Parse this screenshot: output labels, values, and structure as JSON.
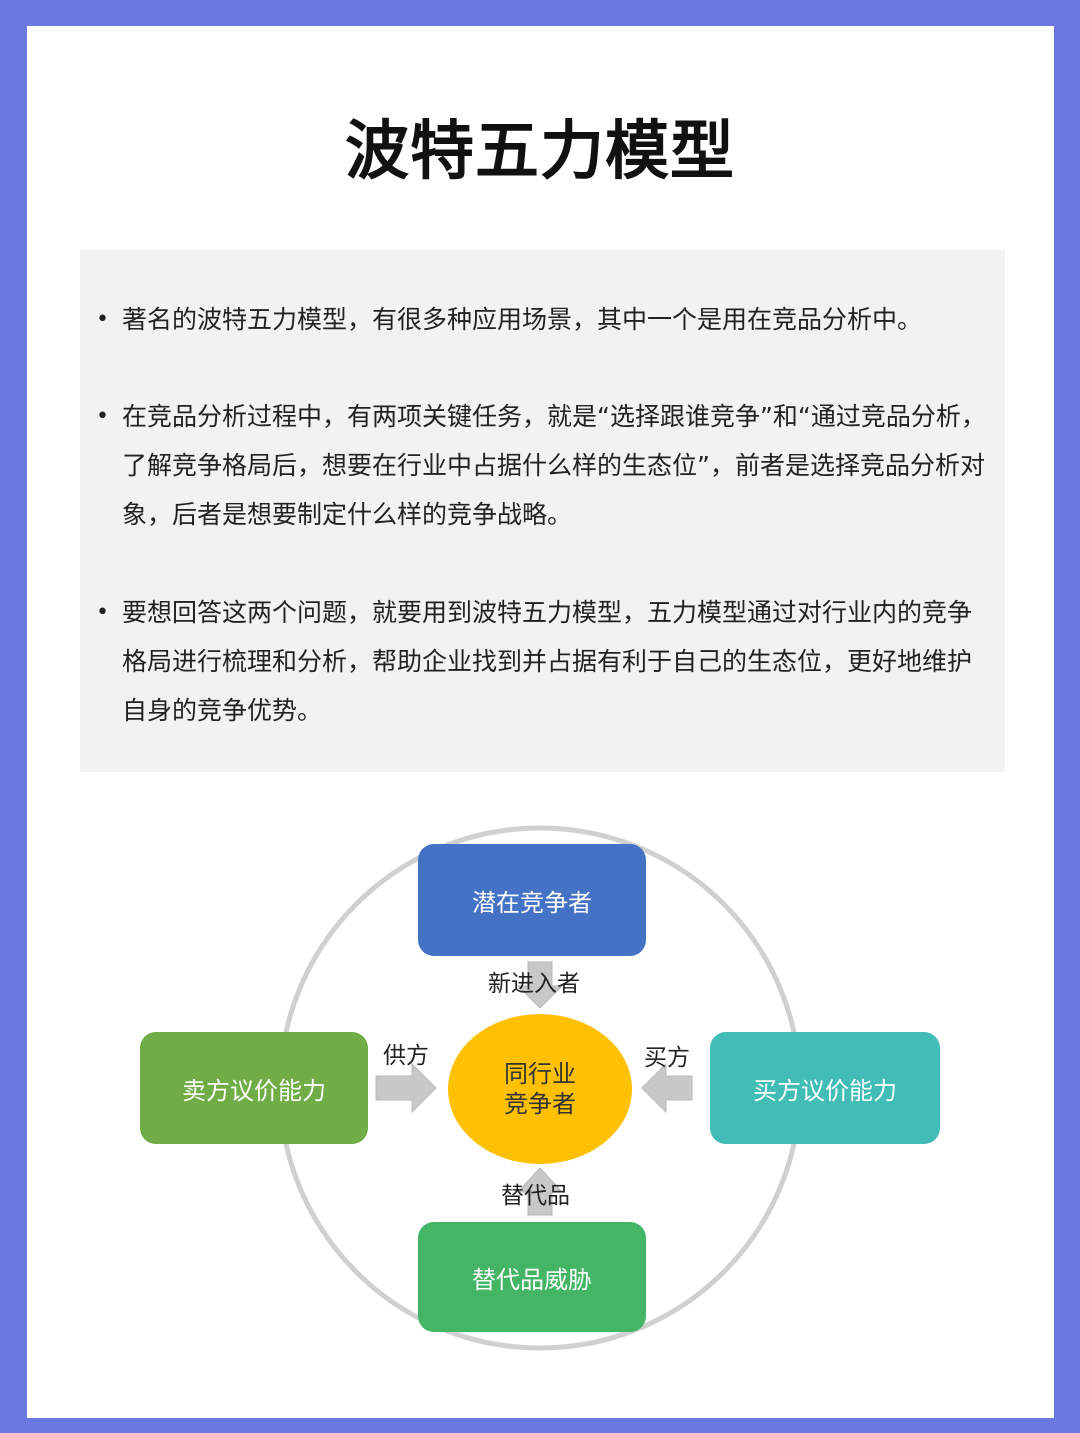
{
  "title": "波特五力模型",
  "bullets": [
    "著名的波特五力模型，有很多种应用场景，其中一个是用在竞品分析中。",
    "在竞品分析过程中，有两项关键任务，就是“选择跟谁竞争”和“通过竞品分析，了解竞争格局后，想要在行业中占据什么样的生态位”，前者是选择竞品分析对象，后者是想要制定什么样的竞争战略。",
    "要想回答这两个问题，就要用到波特五力模型，五力模型通过对行业内的竞争格局进行梳理和分析，帮助企业找到并占据有利于自己的生态位，更好地维护自身的竞争优势。"
  ],
  "diagram": {
    "top": {
      "label": "潜在竞争者",
      "arrow_label": "新进入者",
      "color": "#4472c4"
    },
    "left": {
      "label": "卖方议价能力",
      "arrow_label": "供方",
      "color": "#70ad47"
    },
    "right": {
      "label": "买方议价能力",
      "arrow_label": "买方",
      "color": "#41bdb5"
    },
    "bottom": {
      "label": "替代品威胁",
      "arrow_label": "替代品",
      "color": "#43b565"
    },
    "center": {
      "line1": "同行业",
      "line2": "竞争者",
      "color": "#ffc000"
    }
  },
  "colors": {
    "frame": "#6b78df",
    "textbox_bg": "#f2f2f2"
  }
}
